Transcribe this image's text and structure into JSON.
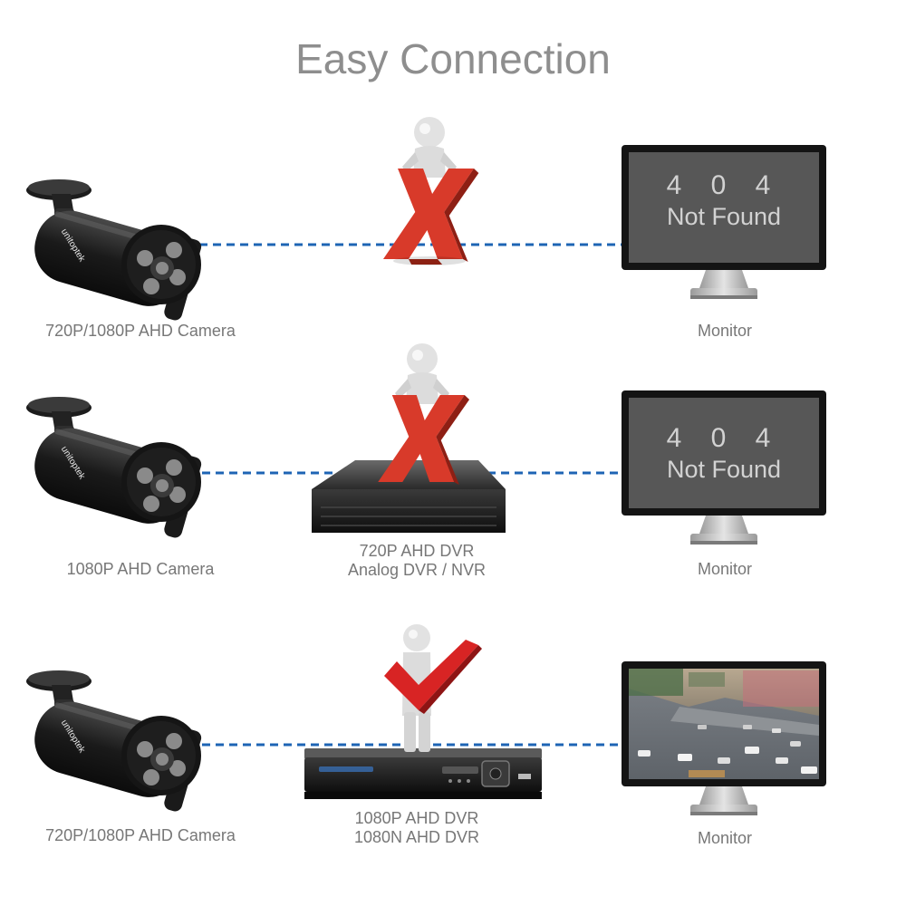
{
  "title": "Easy Connection",
  "colors": {
    "link_line": "#1e64b4",
    "cross": "#d83a2a",
    "check": "#d82424",
    "monitor_screen": "#575757",
    "label_text": "#777777",
    "title_text": "#8e8e8e"
  },
  "camera_brand": "unitoptek",
  "rows": [
    {
      "camera_label": "720P/1080P AHD Camera",
      "middle_label_lines": [],
      "monitor_label": "Monitor",
      "screen": {
        "code": "4 0 4",
        "message": "Not Found"
      },
      "status": "cross"
    },
    {
      "camera_label": "1080P AHD Camera",
      "middle_label_lines": [
        "720P AHD DVR",
        "Analog DVR / NVR"
      ],
      "monitor_label": "Monitor",
      "screen": {
        "code": "4 0 4",
        "message": "Not Found"
      },
      "status": "cross"
    },
    {
      "camera_label": "720P/1080P AHD Camera",
      "middle_label_lines": [
        "1080P AHD DVR",
        "1080N AHD DVR"
      ],
      "monitor_label": "Monitor",
      "screen": {
        "code": "",
        "message": ""
      },
      "status": "check"
    }
  ]
}
